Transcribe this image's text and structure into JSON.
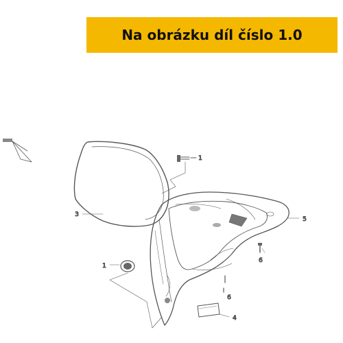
{
  "banner": {
    "text": "Na obrázku díl číslo 1.0",
    "background": "#f5b800"
  },
  "diagram": {
    "line_color": "#555555",
    "callouts": [
      {
        "id": "3",
        "label": "3"
      },
      {
        "id": "1-screw",
        "label": "1"
      },
      {
        "id": "5",
        "label": "5"
      },
      {
        "id": "6-right",
        "label": "6"
      },
      {
        "id": "1-lens",
        "label": "1"
      },
      {
        "id": "6-bottom",
        "label": "6"
      },
      {
        "id": "4",
        "label": "4"
      }
    ]
  }
}
